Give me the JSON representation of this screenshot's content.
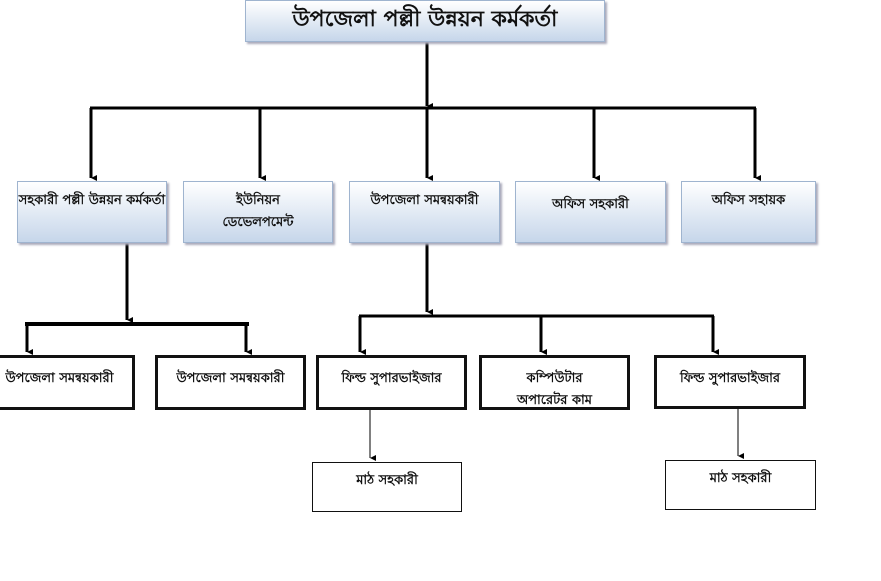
{
  "title": "উপজেলা পল্লী উন্নয়ন কর্মকর্তা",
  "level2": [
    "সহকারী পল্লী উন্নয়ন কর্মকর্তা",
    "ইউনিয়ন ডেভেলপমেন্ট",
    "উপজেলা সমন্বয়কারী",
    "অফিস সহকারী",
    "অফিস সহায়ক"
  ],
  "level3": [
    "উপজেলা সমন্বয়কারী",
    "উপজেলা সমন্বয়কারী",
    "ফিল্ড সুপারভাইজার",
    "কম্পিউটার অপারেটর কাম",
    "ফিল্ড সুপারভাইজার"
  ],
  "level4": [
    "মাঠ সহকারী",
    "মাঠ সহকারী"
  ]
}
